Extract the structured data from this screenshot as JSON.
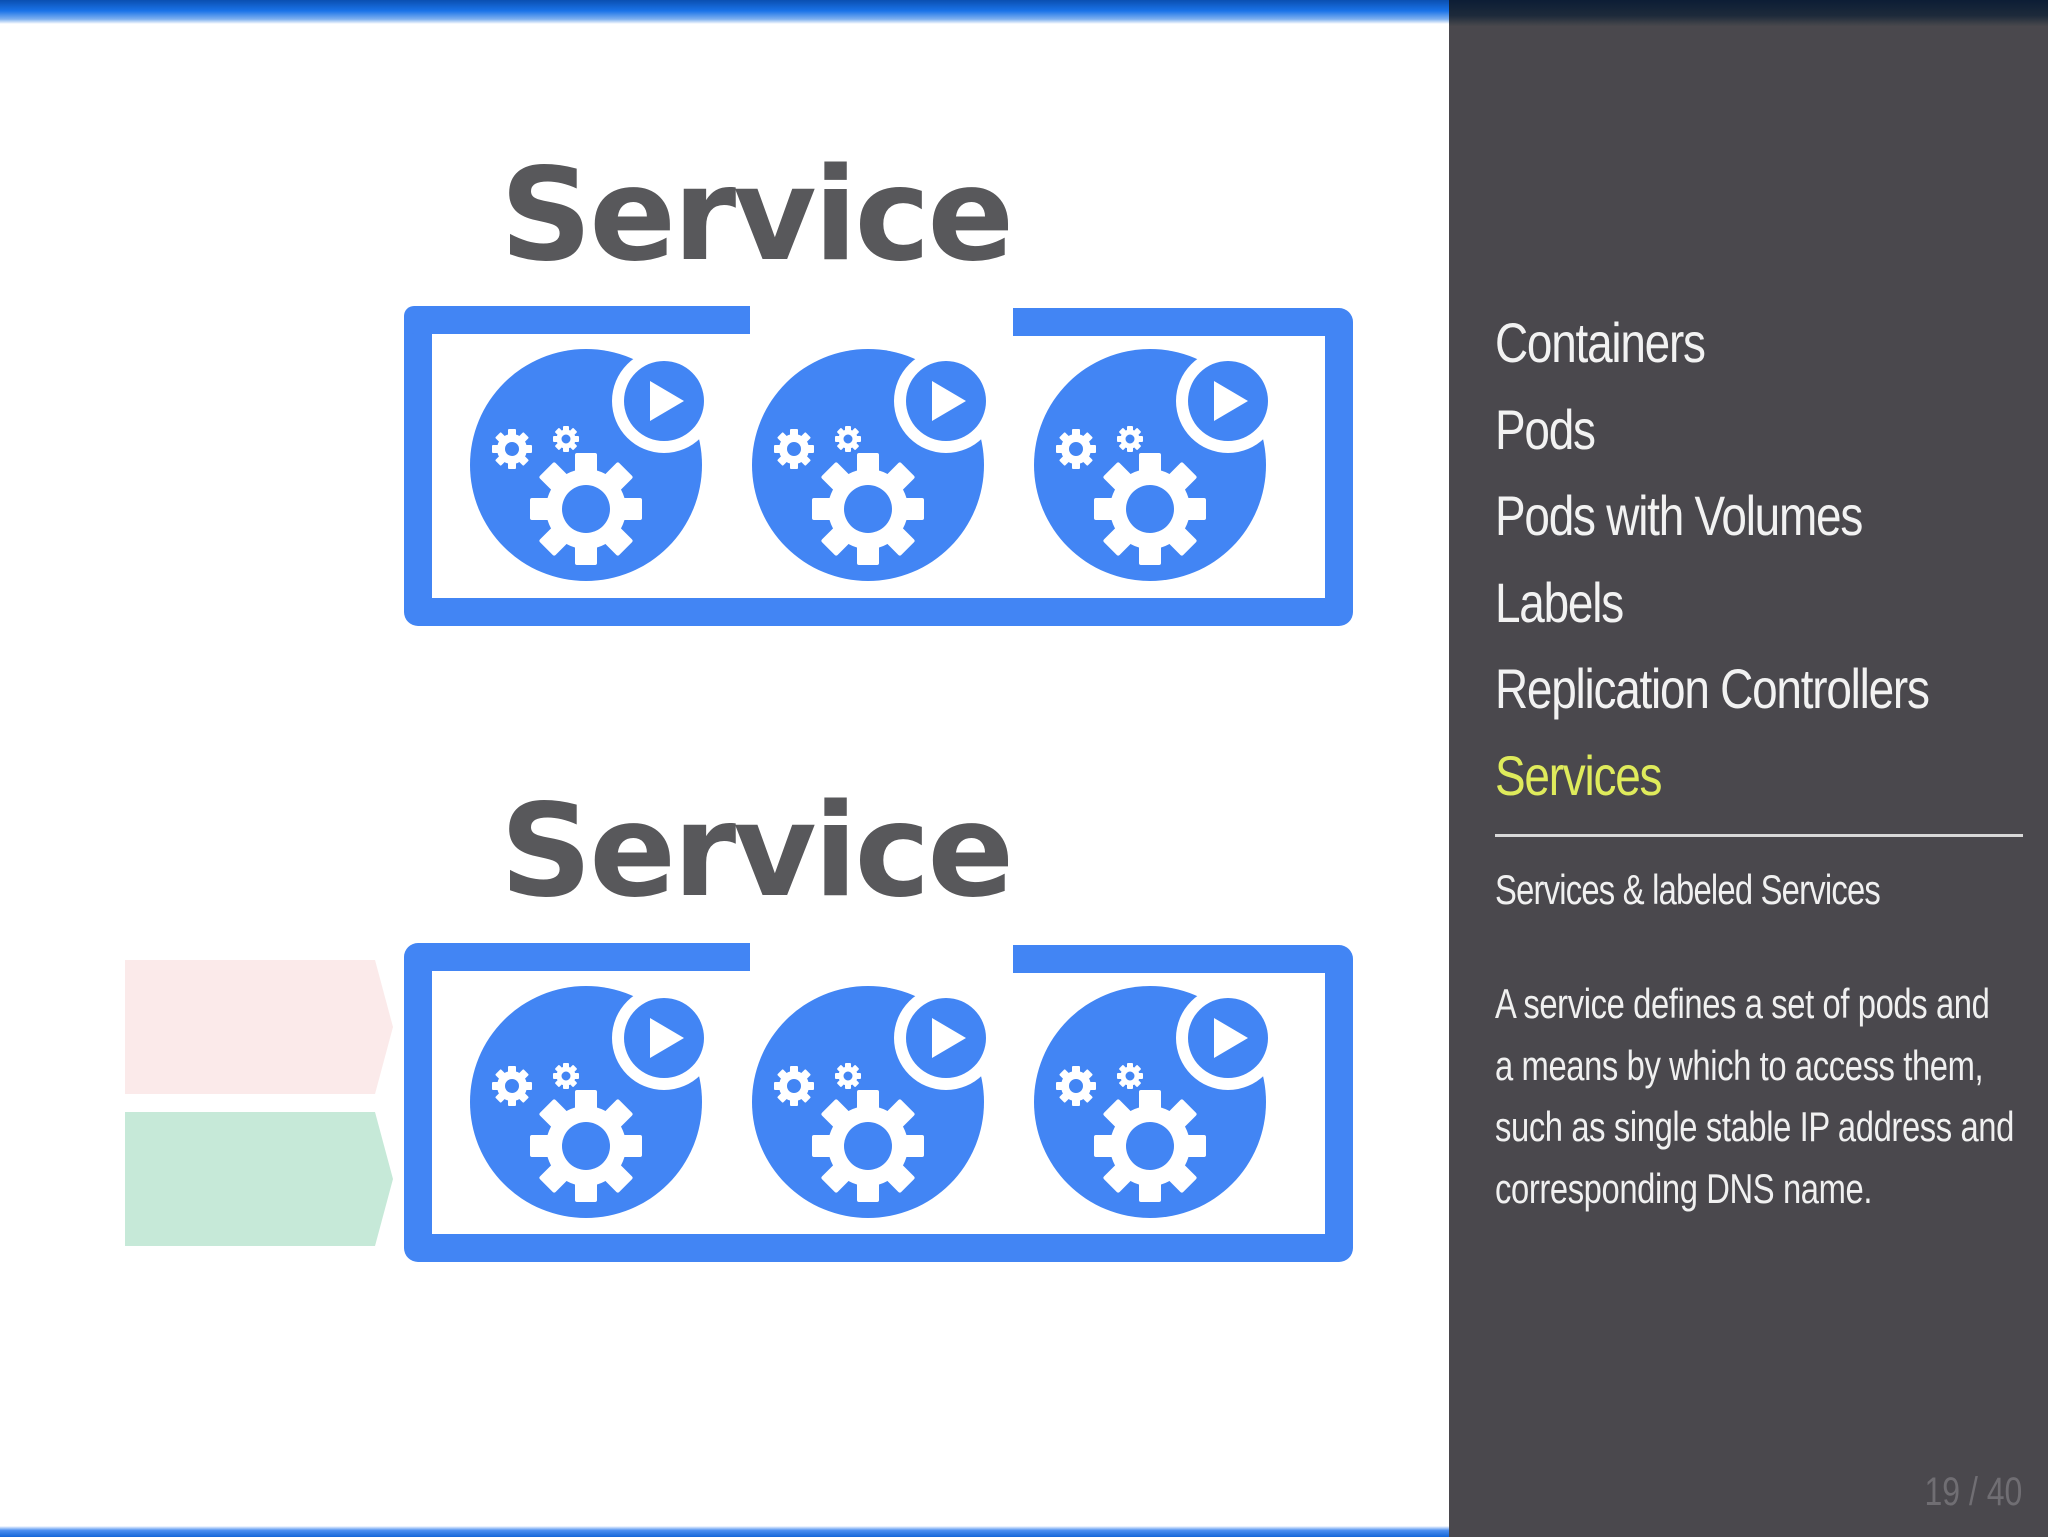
{
  "slide": {
    "title_top": "Service",
    "title_bottom": "Service"
  },
  "sidebar": {
    "nav_items": [
      {
        "label": "Containers",
        "active": false
      },
      {
        "label": "Pods",
        "active": false
      },
      {
        "label": "Pods with Volumes",
        "active": false
      },
      {
        "label": "Labels",
        "active": false
      },
      {
        "label": "Replication Controllers",
        "active": false
      },
      {
        "label": "Services",
        "active": true
      }
    ],
    "subtitle": "Services & labeled Services",
    "description_lines": [
      "A service defines a set of pods and",
      "a means by which to access them,",
      "such as single stable IP address and",
      "corresponding DNS name."
    ],
    "page_number": "19 / 40"
  },
  "colors": {
    "accent_blue": "#4285f4",
    "active_nav": "#dfeb5b",
    "sidebar_bg": "#4a484d",
    "label_red": "#fbeaea",
    "label_green": "#c6e9d8"
  },
  "icons": [
    "pod-gear-icon",
    "play-icon"
  ]
}
